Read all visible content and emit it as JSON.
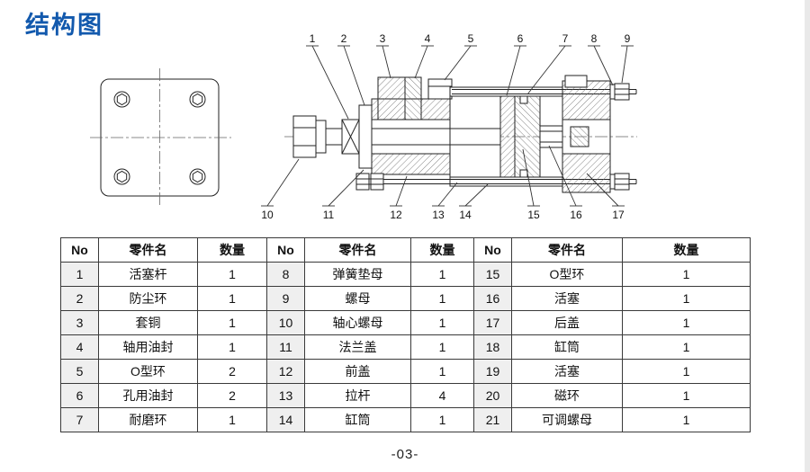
{
  "page": {
    "title": "结构图",
    "footer": "-03-"
  },
  "diagram": {
    "callouts": [
      "1",
      "2",
      "3",
      "4",
      "5",
      "6",
      "7",
      "8",
      "9",
      "10",
      "11",
      "12",
      "13",
      "14",
      "15",
      "16",
      "17"
    ]
  },
  "table": {
    "headers": [
      "No",
      "零件名",
      "数量",
      "No",
      "零件名",
      "数量",
      "No",
      "零件名",
      "数量"
    ],
    "rows": [
      [
        "1",
        "活塞杆",
        "1",
        "8",
        "弹簧垫母",
        "1",
        "15",
        "O型环",
        "1"
      ],
      [
        "2",
        "防尘环",
        "1",
        "9",
        "螺母",
        "1",
        "16",
        "活塞",
        "1"
      ],
      [
        "3",
        "套铜",
        "1",
        "10",
        "轴心螺母",
        "1",
        "17",
        "后盖",
        "1"
      ],
      [
        "4",
        "轴用油封",
        "1",
        "11",
        "法兰盖",
        "1",
        "18",
        "缸筒",
        "1"
      ],
      [
        "5",
        "O型环",
        "2",
        "12",
        "前盖",
        "1",
        "19",
        "活塞",
        "1"
      ],
      [
        "6",
        "孔用油封",
        "2",
        "13",
        "拉杆",
        "4",
        "20",
        "磁环",
        "1"
      ],
      [
        "7",
        "耐磨环",
        "1",
        "14",
        "缸筒",
        "1",
        "21",
        "可调螺母",
        "1"
      ]
    ]
  }
}
